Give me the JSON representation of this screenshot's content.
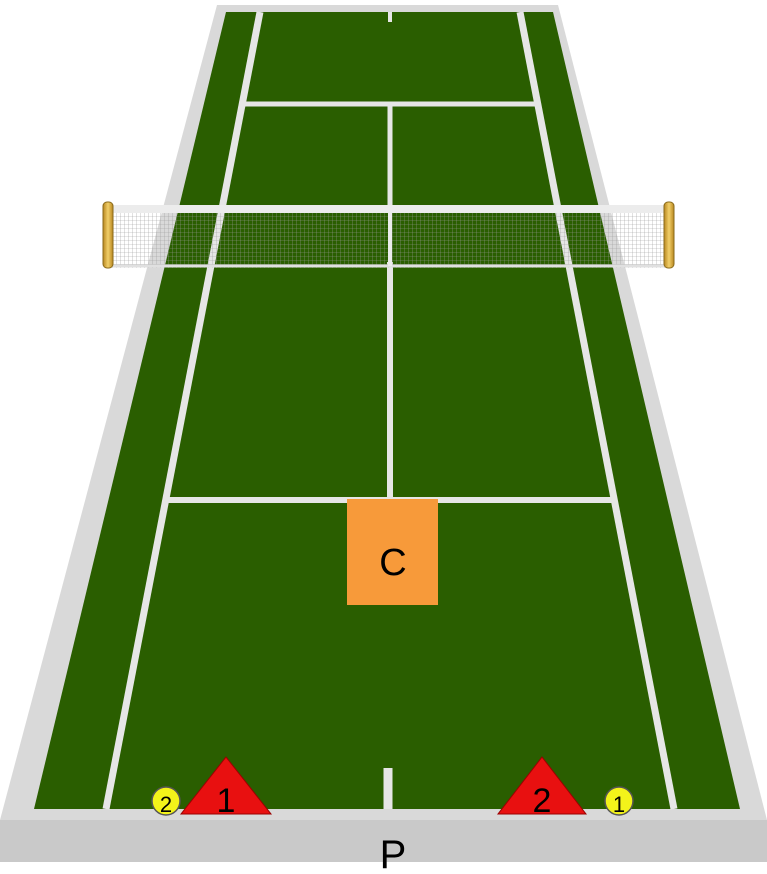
{
  "diagram": {
    "coach_marker": {
      "label": "C",
      "color": "#f79a3a"
    },
    "position_label": "P",
    "cones": [
      {
        "label": "1",
        "color": "#e81010"
      },
      {
        "label": "2",
        "color": "#e81010"
      }
    ],
    "balls": [
      {
        "label": "2",
        "color": "#f3f31a"
      },
      {
        "label": "1",
        "color": "#f3f31a"
      }
    ],
    "colors": {
      "court_surface": "#2a5e00",
      "court_border": "#d9d9d9",
      "court_lines": "#e6e6e6",
      "net_band": "#ececec",
      "net_posts": "#d8a830"
    }
  }
}
